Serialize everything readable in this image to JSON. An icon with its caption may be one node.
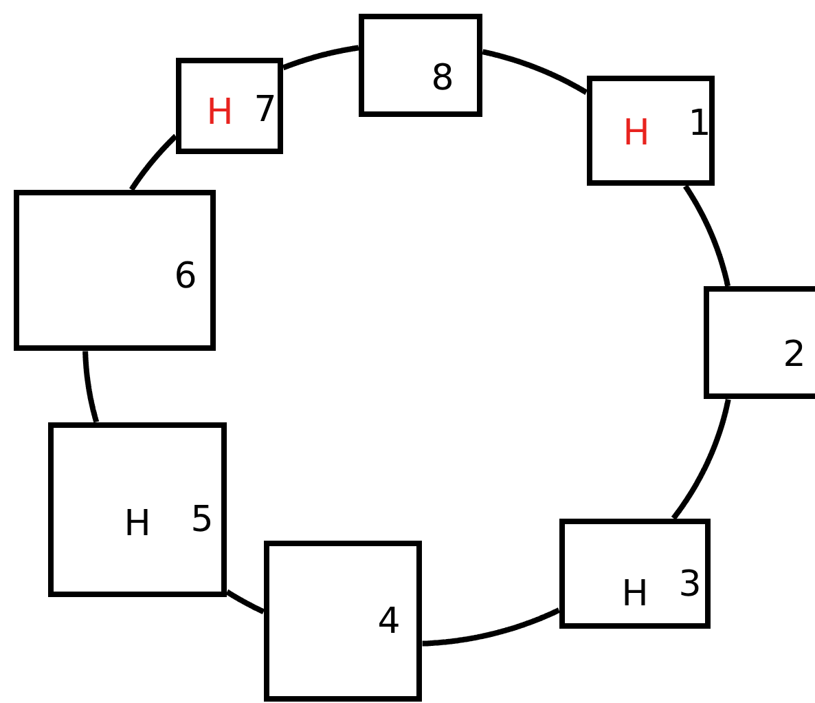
{
  "diagram": {
    "nodes": [
      {
        "text": [
          "H",
          "7"
        ]
      },
      {
        "text": [
          "8"
        ]
      },
      {
        "text": [
          "H",
          "1"
        ]
      },
      {
        "text": [
          "6"
        ]
      },
      {
        "text": [
          "2"
        ]
      },
      {
        "text": [
          "H",
          "5"
        ]
      },
      {
        "text": [
          "H",
          "3"
        ]
      },
      {
        "text": [
          "4"
        ]
      }
    ],
    "edges": [
      {
        "from": 1,
        "to": 2,
        "arrow": "none"
      },
      {
        "from": 2,
        "to": 4,
        "arrow": "none"
      },
      {
        "from": 4,
        "to": 6,
        "arrow": "none"
      },
      {
        "from": 6,
        "to": 7,
        "arrow": "none"
      },
      {
        "from": 7,
        "to": 5,
        "arrow": "none"
      },
      {
        "from": 5,
        "to": 3,
        "arrow": "none"
      },
      {
        "from": 3,
        "to": 0,
        "arrow": "none"
      },
      {
        "from": 0,
        "to": 1,
        "arrow": "none"
      }
    ]
  }
}
